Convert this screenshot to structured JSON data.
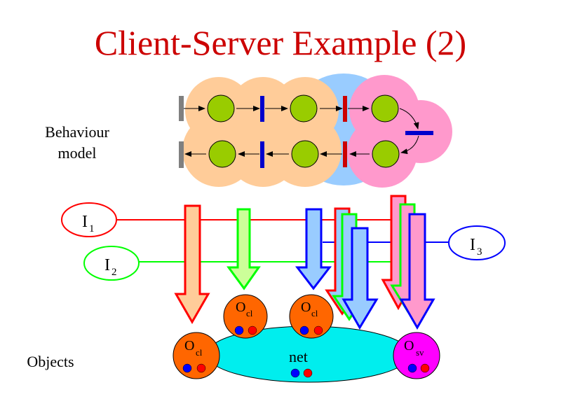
{
  "title": "Client-Server Example (2)",
  "labels": {
    "behaviour_line1": "Behaviour",
    "behaviour_line2": "model",
    "objects": "Objects"
  },
  "interfaces": [
    {
      "id": "i1",
      "letter": "I",
      "sub": "1"
    },
    {
      "id": "i2",
      "letter": "I",
      "sub": "2"
    },
    {
      "id": "i3",
      "letter": "I",
      "sub": "3"
    }
  ],
  "objects": [
    {
      "id": "o1",
      "letter": "O",
      "sub": "cl"
    },
    {
      "id": "o2",
      "letter": "O",
      "sub": "cl"
    },
    {
      "id": "o3",
      "letter": "O",
      "sub": "cl"
    },
    {
      "id": "osv",
      "letter": "O",
      "sub": "sv"
    }
  ],
  "net_label": "net",
  "colors": {
    "title": "#cc0000",
    "client_region": "#ffcc99",
    "net_region": "#99ccff",
    "server_region": "#ff99cc",
    "place": "#99cc00",
    "i1": "#ff0000",
    "i2": "#00ff00",
    "i3": "#0000ff",
    "client_object": "#ff6600",
    "server_object": "#ff00ff",
    "net": "#00eeee"
  }
}
